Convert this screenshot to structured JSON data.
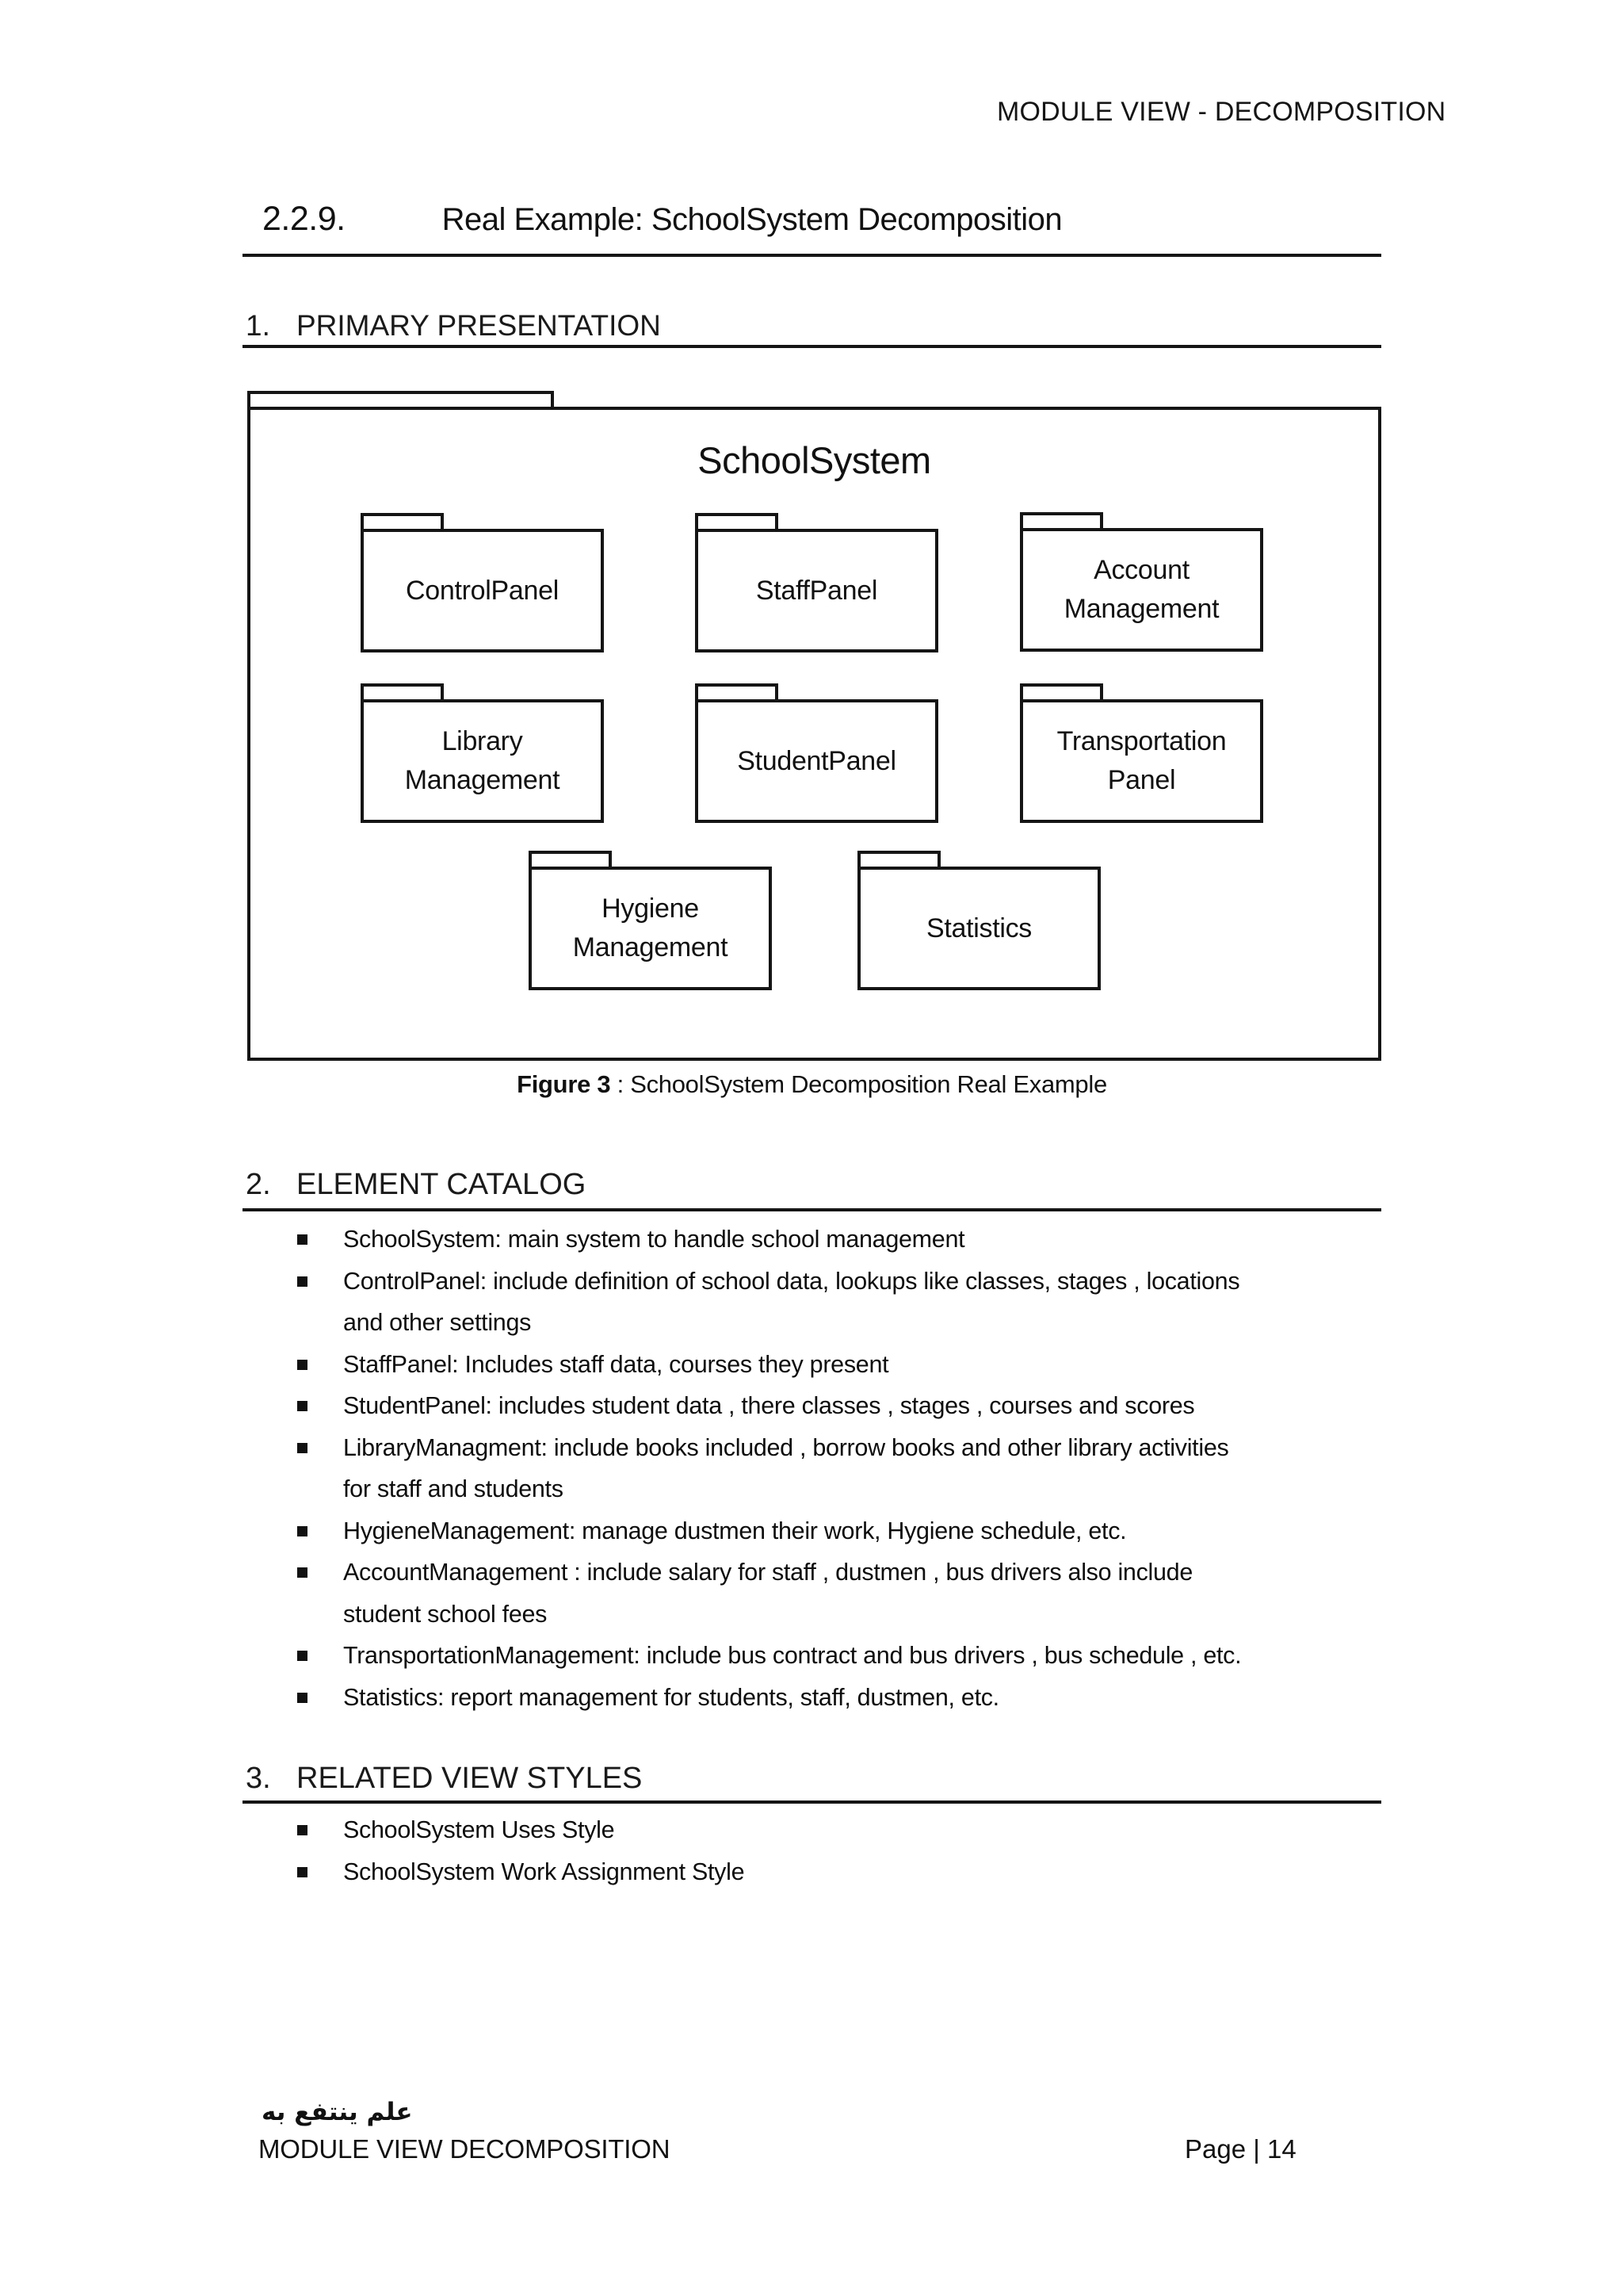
{
  "header": {
    "running_title": "MODULE VIEW - DECOMPOSITION"
  },
  "section_heading": {
    "number": "2.2.9.",
    "title": "Real Example: SchoolSystem Decomposition"
  },
  "primary_presentation": {
    "number": "1.",
    "title": "PRIMARY PRESENTATION"
  },
  "diagram": {
    "system_label": "SchoolSystem",
    "packages": [
      "ControlPanel",
      "StaffPanel",
      "Account Management",
      "Library Management",
      "StudentPanel",
      "Transportation Panel",
      "Hygiene Management",
      "Statistics"
    ],
    "caption": {
      "label": "Figure 3",
      "text": " : SchoolSystem Decomposition Real Example"
    }
  },
  "element_catalog": {
    "number": "2.",
    "title": "ELEMENT CATALOG",
    "items": [
      "SchoolSystem: main system to handle school management",
      "ControlPanel: include definition of school data, lookups like classes, stages , locations\nand other settings",
      "StaffPanel: Includes staff data, courses they present",
      "StudentPanel: includes student data , there classes , stages , courses and scores",
      "LibraryManagment: include books included , borrow books and other library activities\nfor staff and students",
      "HygieneManagement: manage dustmen their work, Hygiene schedule, etc.",
      "AccountManagement : include salary for staff , dustmen , bus drivers also include\nstudent school fees",
      "TransportationManagement: include bus contract and bus drivers , bus schedule , etc.",
      "Statistics: report management for students, staff, dustmen, etc."
    ]
  },
  "related_view_styles": {
    "number": "3.",
    "title": "RELATED VIEW STYLES",
    "items": [
      "SchoolSystem Uses Style",
      "SchoolSystem Work Assignment Style"
    ]
  },
  "footer": {
    "arabic_note": "علم ينتفع به",
    "document_title": "MODULE VIEW DECOMPOSITION",
    "page_label": "Page | 14"
  },
  "colors": {
    "text": "#111111",
    "line": "#151515",
    "background": "#ffffff"
  }
}
